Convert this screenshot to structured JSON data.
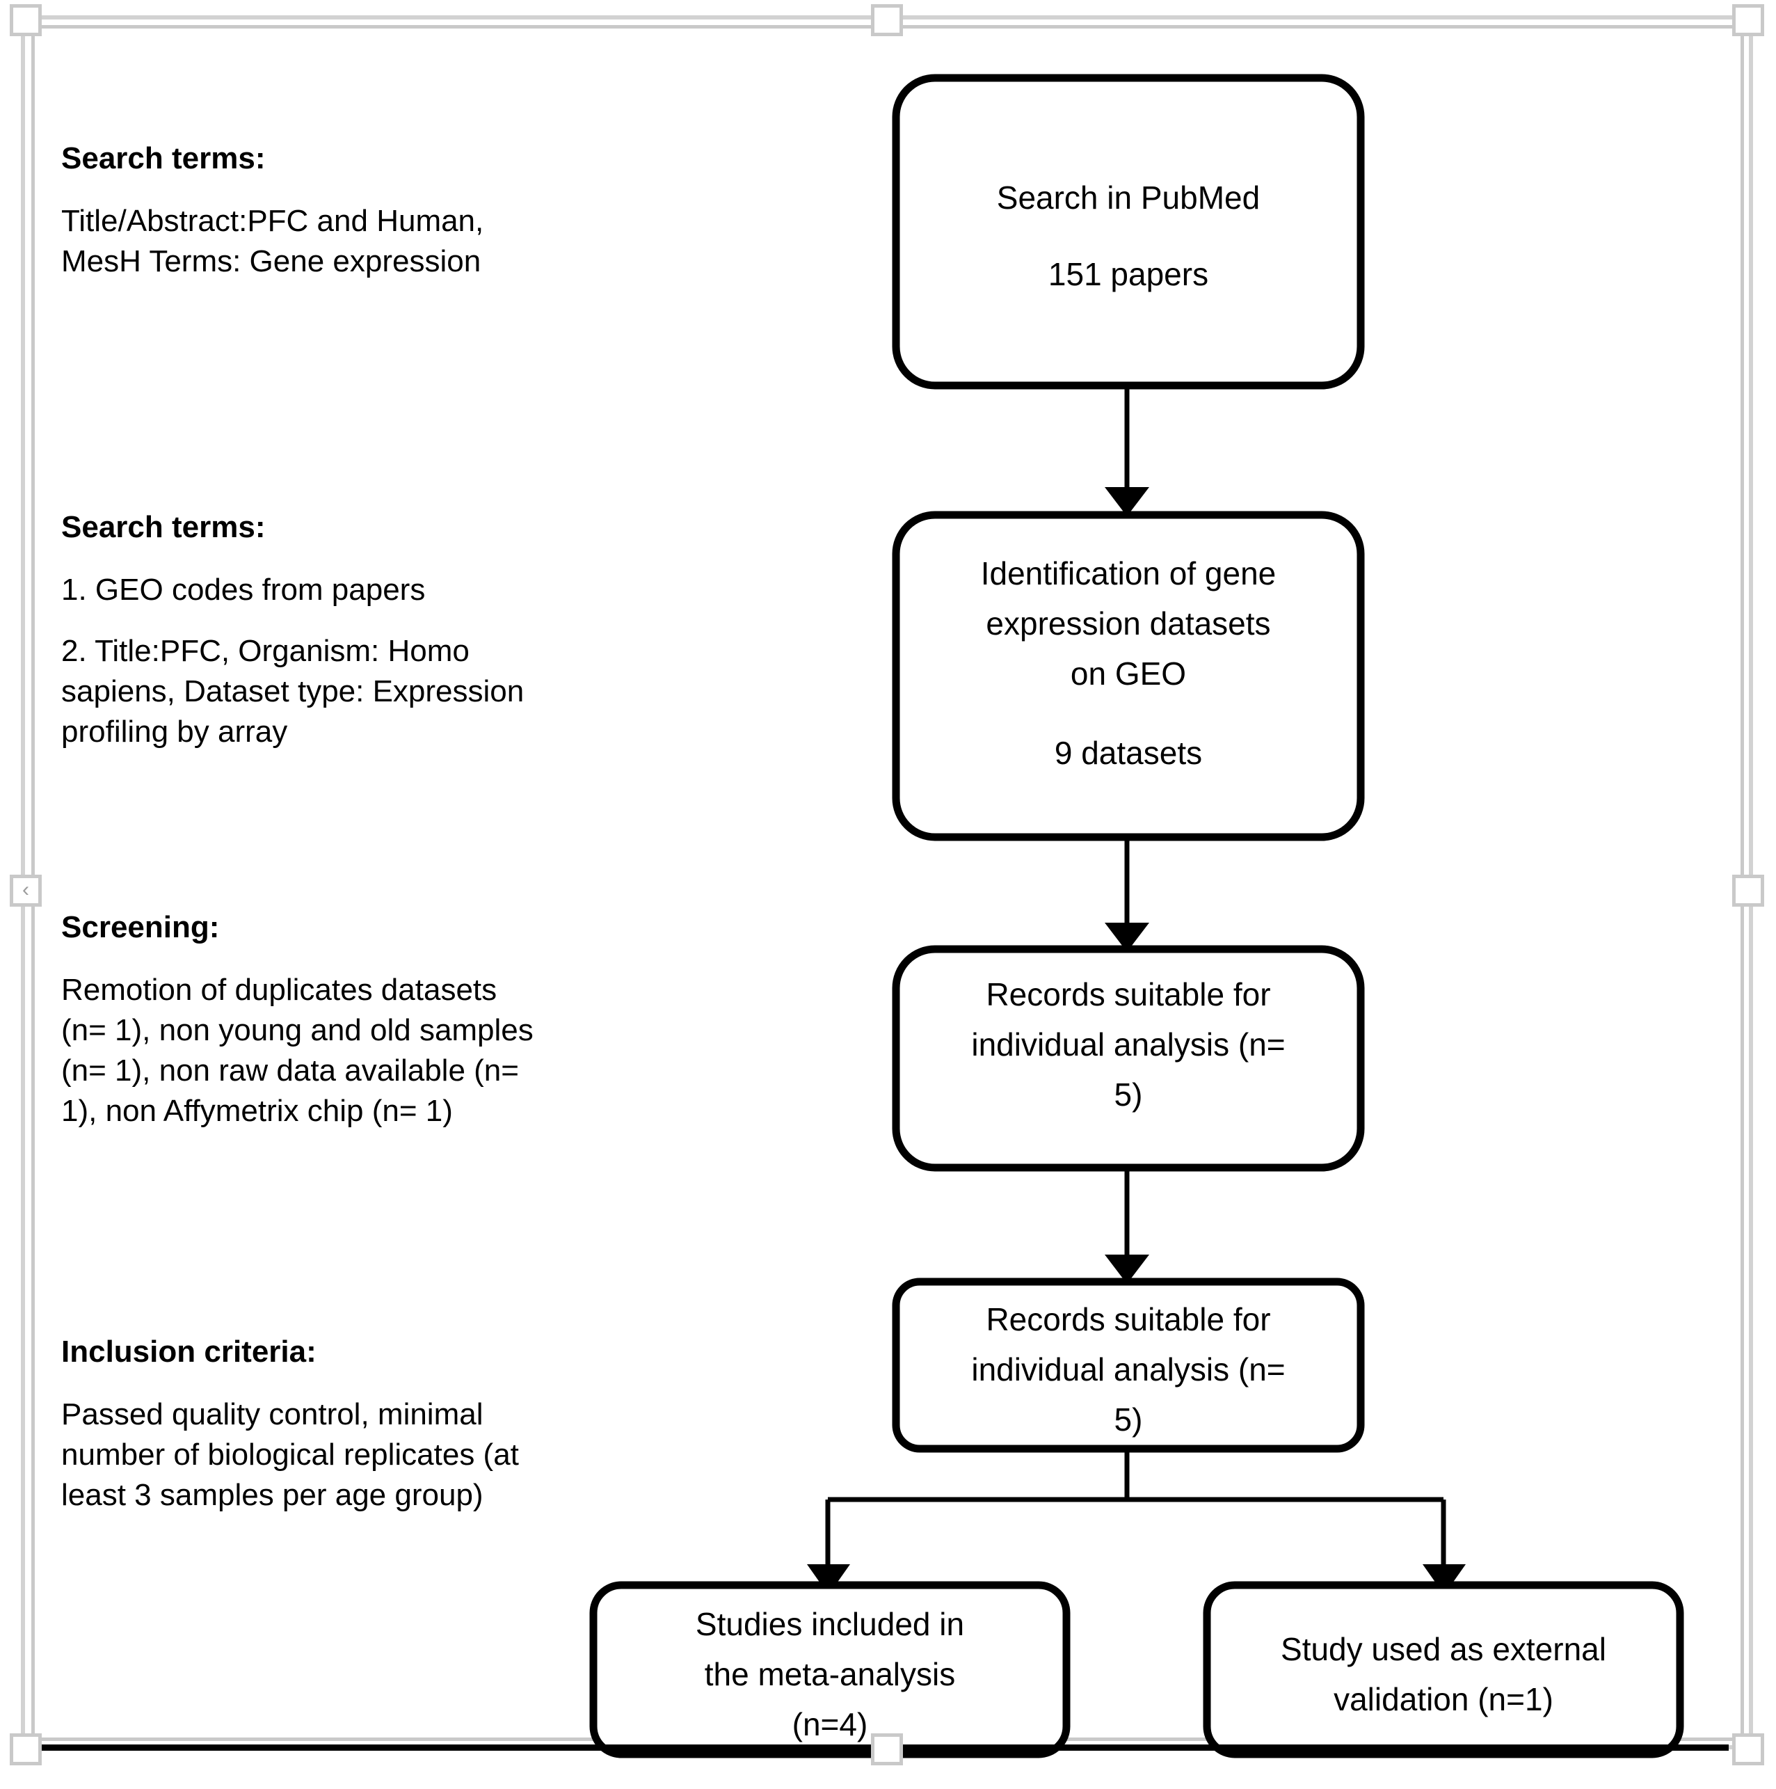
{
  "diagram": {
    "title": "PRISMA-style study selection flowchart",
    "notes": [
      {
        "heading": "Search terms:",
        "body": "Title/Abstract:PFC and Human, MesH Terms: Gene expression"
      },
      {
        "heading": "Search terms:",
        "body_1": "1. GEO codes from papers",
        "body_2": "2. Title:PFC, Organism: Homo sapiens, Dataset type: Expression profiling by array"
      },
      {
        "heading": "Screening:",
        "body": "Remotion of duplicates datasets (n= 1), non young and old samples (n= 1), non raw data available (n= 1), non Affymetrix chip (n= 1)"
      },
      {
        "heading": "Inclusion criteria:",
        "body": "Passed quality control, minimal number of biological replicates (at least 3 samples per age group)"
      }
    ],
    "nodes": [
      {
        "id": "search-pubmed",
        "line_1": "Search in PubMed",
        "line_2": "151 papers"
      },
      {
        "id": "identification-geo",
        "line_1": "Identification of gene",
        "line_2": "expression datasets",
        "line_3": "on GEO",
        "line_4": "9 datasets"
      },
      {
        "id": "records-suitable-1",
        "line_1": "Records suitable for",
        "line_2": "individual analysis (n=",
        "line_3": "5)"
      },
      {
        "id": "records-suitable-2",
        "line_1": "Records suitable for",
        "line_2": "individual analysis (n=",
        "line_3": "5)"
      },
      {
        "id": "studies-meta-analysis",
        "line_1": "Studies included in",
        "line_2": "the meta-analysis",
        "line_3": "(n=4)"
      },
      {
        "id": "external-validation",
        "line_1": "Study used as external",
        "line_2": "validation (n=1)"
      }
    ],
    "colors": {
      "stroke": "#000000",
      "box_fill": "#ffffff",
      "selection_frame": "#c9c9c9",
      "text": "#000000"
    },
    "handles": {
      "left_middle_glyph": "‹"
    }
  }
}
